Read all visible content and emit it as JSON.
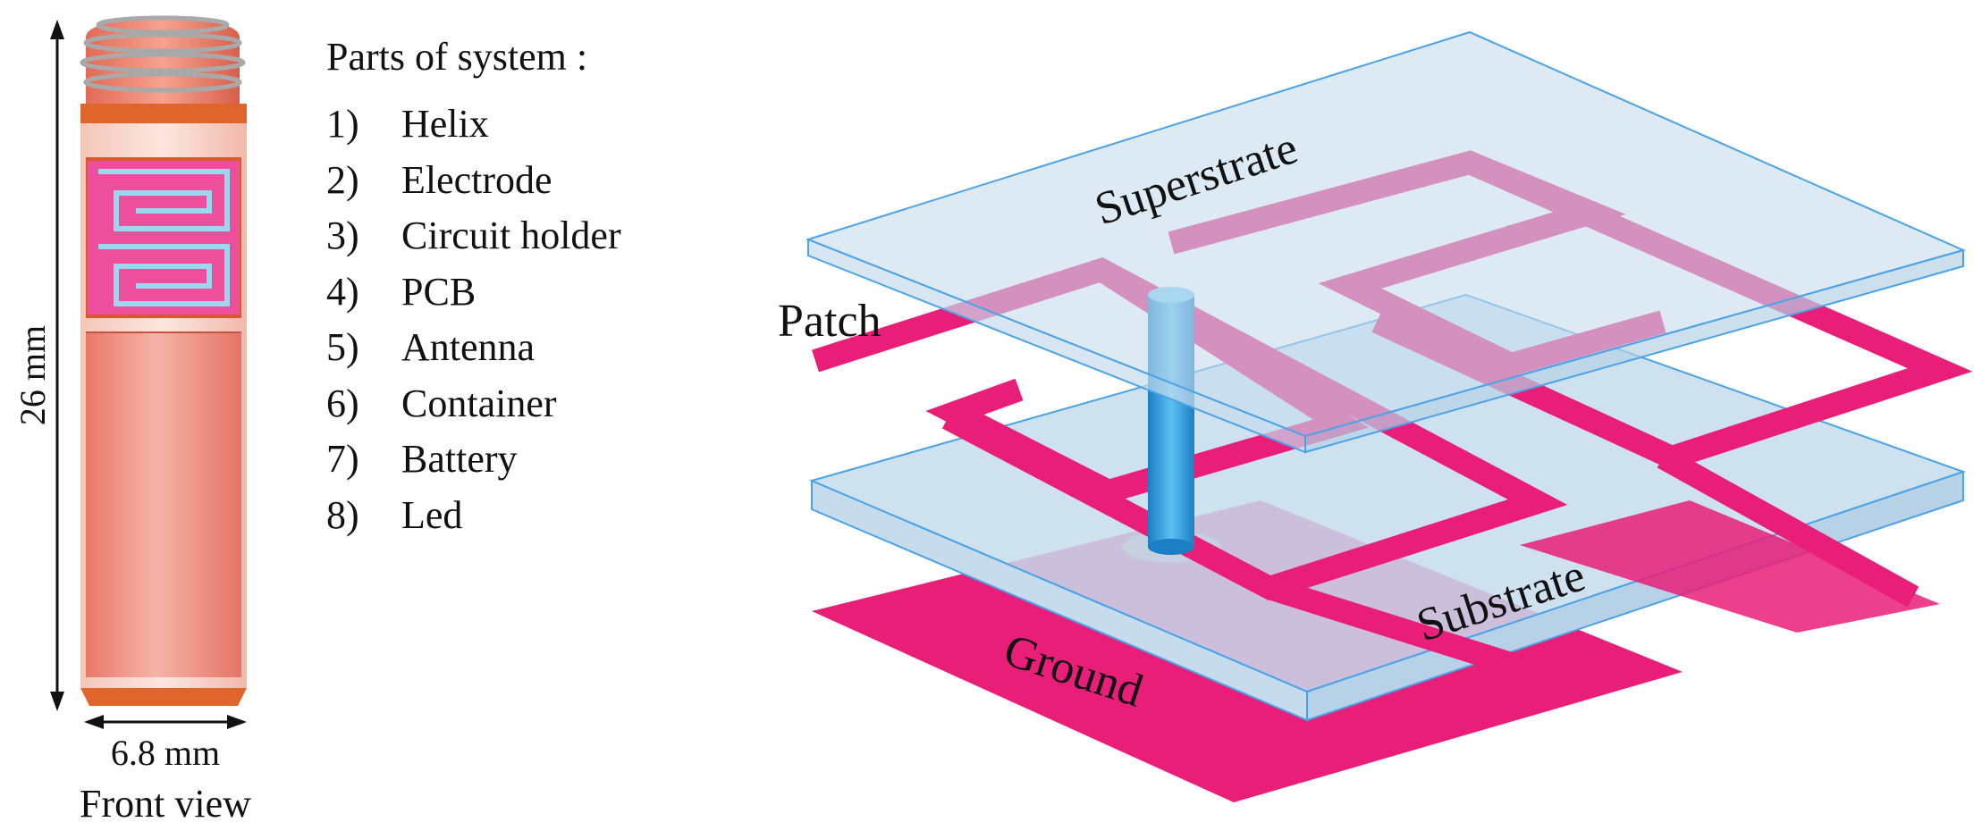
{
  "capsule": {
    "height_label": "26 mm",
    "width_label": "6.8 mm",
    "view_label": "Front view"
  },
  "parts": {
    "title": "Parts of system :",
    "items": [
      {
        "num": "1)",
        "name": "Helix"
      },
      {
        "num": "2)",
        "name": "Electrode"
      },
      {
        "num": "3)",
        "name": "Circuit holder"
      },
      {
        "num": "4)",
        "name": "PCB"
      },
      {
        "num": "5)",
        "name": "Antenna"
      },
      {
        "num": "6)",
        "name": "Container"
      },
      {
        "num": "7)",
        "name": "Battery"
      },
      {
        "num": "8)",
        "name": "Led"
      }
    ]
  },
  "antenna": {
    "superstrate_label": "Superstrate",
    "patch_label": "Patch",
    "substrate_label": "Substrate",
    "ground_label": "Ground"
  },
  "colors": {
    "metal": "#e91e78",
    "dielectric": "#c6dcec",
    "dielectric_edge": "#4aa3e8",
    "feed": "#2196d8",
    "capsule_body": "#ec8a7c"
  }
}
